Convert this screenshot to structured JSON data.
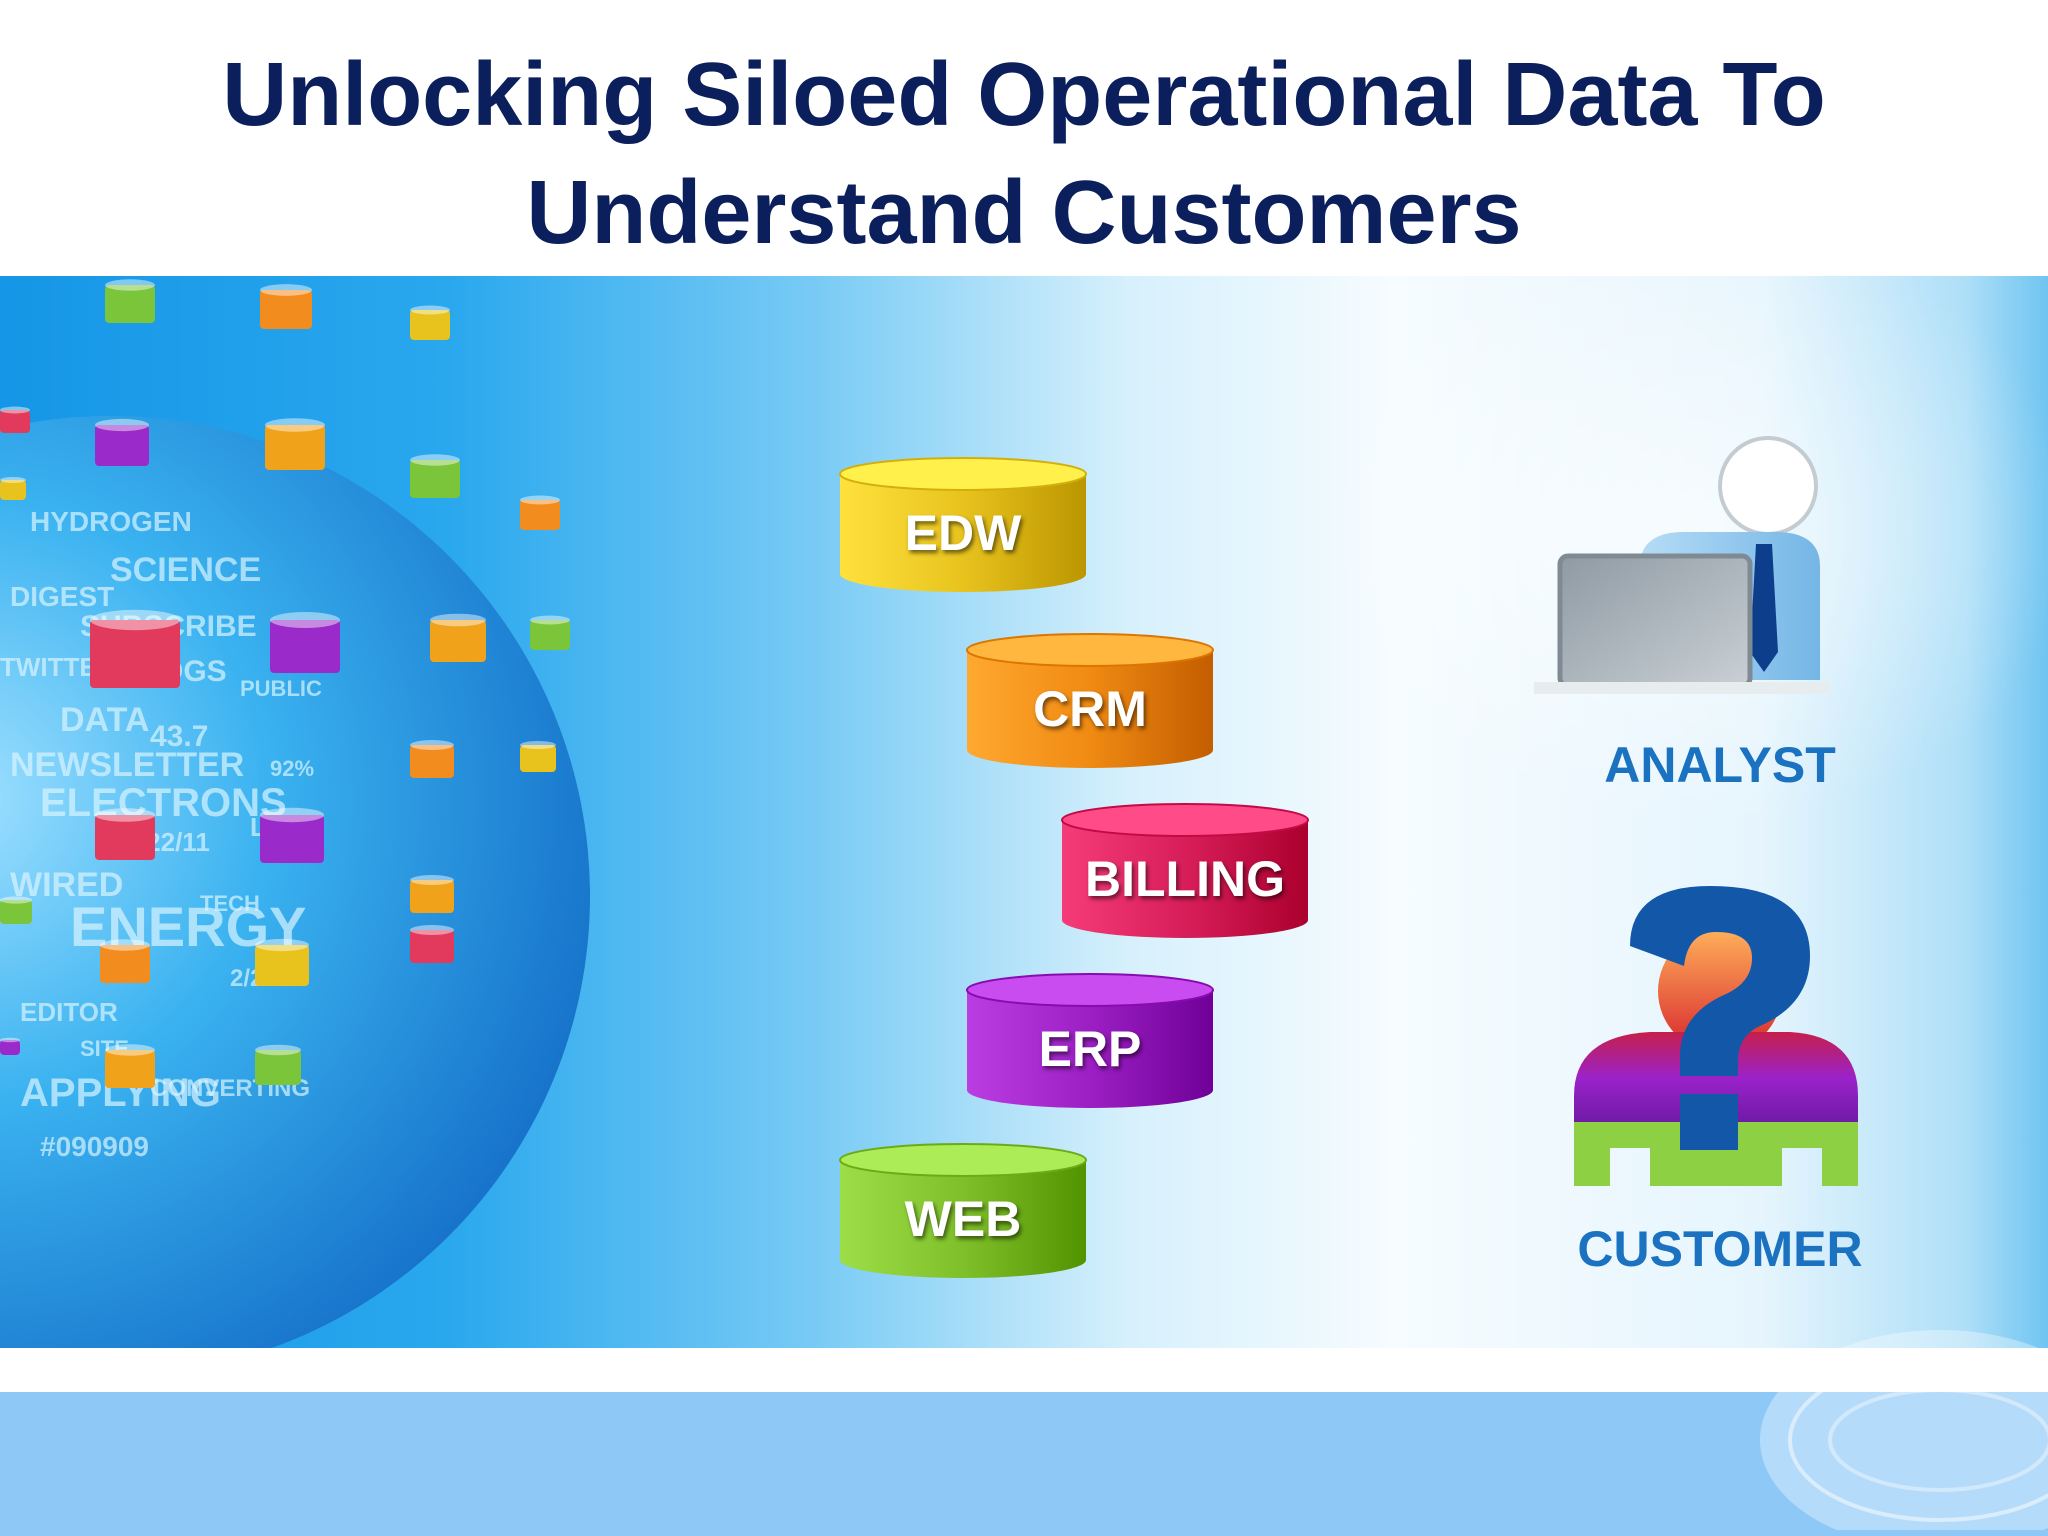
{
  "title": {
    "line1": "Unlocking Siloed Operational Data To",
    "line2": "Understand Customers"
  },
  "sources": [
    {
      "label": "EDW",
      "color": "#e8c31e"
    },
    {
      "label": "CRM",
      "color": "#f08a12"
    },
    {
      "label": "BILLING",
      "color": "#d81e5a"
    },
    {
      "label": "ERP",
      "color": "#9c1fc4"
    },
    {
      "label": "WEB",
      "color": "#7fc02a"
    }
  ],
  "analyst": {
    "label": "ANALYST",
    "icon": "analyst-icon"
  },
  "customer": {
    "label": "CUSTOMER",
    "icon": "customer-question-icon"
  },
  "globe_words": [
    "HYDROGEN",
    "SCIENCE",
    "DIGEST",
    "SUBSCRIBE",
    "TWITTER",
    "BLOGS",
    "DATA",
    "43.7",
    "NEWSLETTER",
    "ELECTRONS",
    "01/22/11",
    "WIRED",
    "ENERGY",
    "TECH",
    "LEAF",
    "2/22",
    "EDITOR",
    "SITE",
    "APPLYING",
    "CONVERTING",
    "#090909",
    "PUBLIC",
    "92%"
  ],
  "colors": {
    "title": "#0b1f5c",
    "role_label": "#1a72c0",
    "footer": "#8ec8f7"
  }
}
